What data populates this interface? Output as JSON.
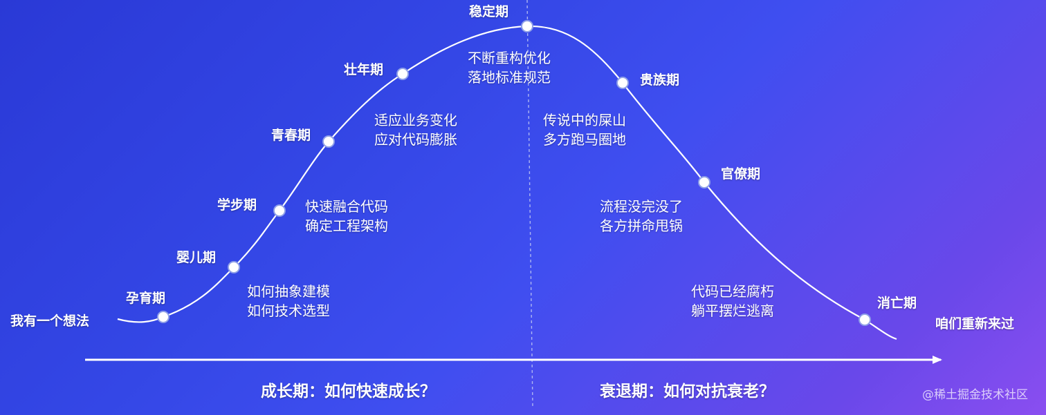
{
  "stages": {
    "start": "我有一个想法",
    "pregnancy": "孕育期",
    "infancy": "婴儿期",
    "toddler": "学步期",
    "youth": "青春期",
    "prime": "壮年期",
    "stable": "稳定期",
    "aristocracy": "贵族期",
    "bureaucracy": "官僚期",
    "death": "消亡期",
    "restart": "咱们重新来过"
  },
  "descriptions": {
    "infancy": [
      "如何抽象建模",
      "如何技术选型"
    ],
    "toddler": [
      "快速融合代码",
      "确定工程架构"
    ],
    "youth": [
      "适应业务变化",
      "应对代码膨胀"
    ],
    "stable": [
      "不断重构优化",
      "落地标准规范"
    ],
    "aristocracy": [
      "传说中的屎山",
      "多方跑马圈地"
    ],
    "bureaucracy": [
      "流程没完没了",
      "各方拼命甩锅"
    ],
    "death": [
      "代码已经腐朽",
      "躺平摆烂逃离"
    ]
  },
  "phases": {
    "growth": "成长期：如何快速成长？",
    "decline": "衰退期：如何对抗衰老？"
  },
  "watermark": "@稀土掘金技术社区",
  "colors": {
    "curve": "#ffffff",
    "node_fill": "#ffffff",
    "node_stroke": "#8fa0e8",
    "axis": "#ffffff",
    "divider": "#b9c1f2"
  }
}
